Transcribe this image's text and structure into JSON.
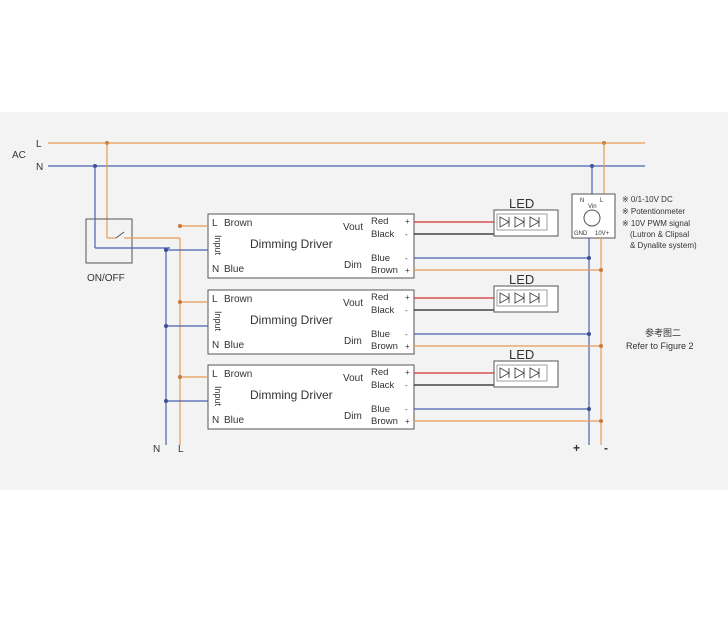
{
  "mains": {
    "l": "L",
    "n": "N",
    "ac": "AC"
  },
  "switch_label": "ON/OFF",
  "bottom": {
    "n": "N",
    "l": "L",
    "plus": "+",
    "minus": "-"
  },
  "drivers": [
    {
      "title": "Dimming Driver",
      "input": "Input",
      "l": "L",
      "brown": "Brown",
      "n": "N",
      "blue": "Blue",
      "vout": "Vout",
      "dim": "Dim",
      "red": "Red",
      "black": "Black",
      "blue2": "Blue",
      "brown2": "Brown",
      "plus": "+",
      "minus": "-"
    },
    {
      "title": "Dimming Driver",
      "input": "Input",
      "l": "L",
      "brown": "Brown",
      "n": "N",
      "blue": "Blue",
      "vout": "Vout",
      "dim": "Dim",
      "red": "Red",
      "black": "Black",
      "blue2": "Blue",
      "brown2": "Brown",
      "plus": "+",
      "minus": "-"
    },
    {
      "title": "Dimming Driver",
      "input": "Input",
      "l": "L",
      "brown": "Brown",
      "n": "N",
      "blue": "Blue",
      "vout": "Vout",
      "dim": "Dim",
      "red": "Red",
      "black": "Black",
      "blue2": "Blue",
      "brown2": "Brown",
      "plus": "+",
      "minus": "-"
    }
  ],
  "led_label": "LED",
  "dimmer": {
    "n": "N",
    "l": "L",
    "vin": "Vin",
    "gnd": "GND",
    "v10": "10V+"
  },
  "notes": [
    "※ 0/1-10V DC",
    "※ Potentionmeter",
    "※ 10V  PWM  signal",
    "(Lutron & Clipsal",
    "& Dynalite system)"
  ],
  "refer_cn": "参考图二",
  "refer_en": "Refer to Figure 2",
  "colors": {
    "live": "#e89b55",
    "neutral": "#4a62b0",
    "red": "#d83030",
    "black": "#222222",
    "box": "#555555",
    "bg": "#f3f3f3"
  }
}
